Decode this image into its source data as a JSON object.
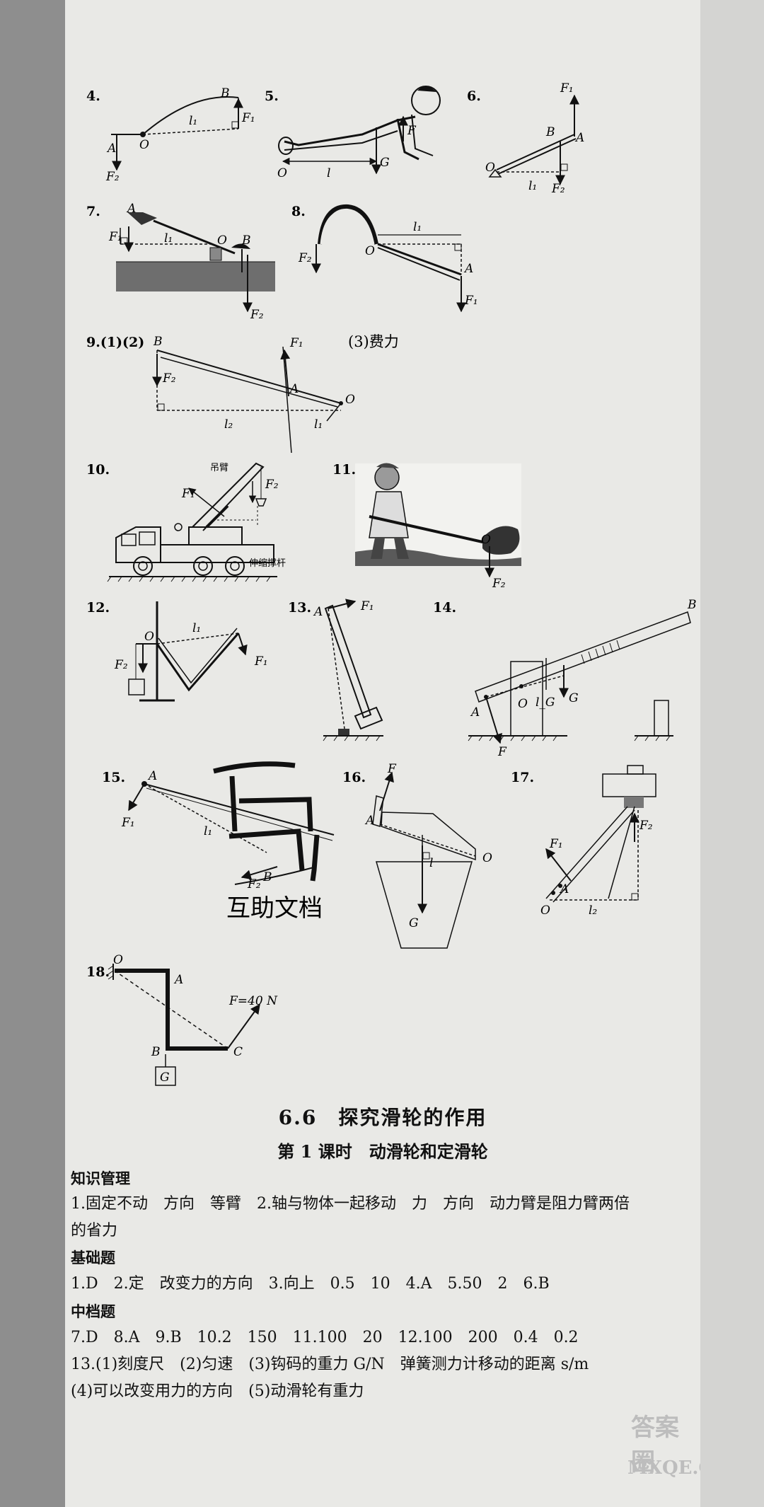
{
  "figures": {
    "f4": {
      "num": "4.",
      "labels": [
        "B",
        "F₁",
        "l₁",
        "A",
        "O",
        "F₂"
      ]
    },
    "f5": {
      "num": "5.",
      "labels": [
        "F",
        "O",
        "l",
        "G"
      ]
    },
    "f6": {
      "num": "6.",
      "labels": [
        "F₁",
        "B",
        "A",
        "O",
        "l₁",
        "F₂"
      ]
    },
    "f7": {
      "num": "7.",
      "labels": [
        "A",
        "F₁",
        "l₁",
        "O",
        "B",
        "F₂"
      ]
    },
    "f8": {
      "num": "8.",
      "labels": [
        "l₁",
        "F₂",
        "O",
        "A",
        "F₁"
      ]
    },
    "f9": {
      "num": "9.(1)(2)",
      "labels": [
        "B",
        "F₁",
        "F₂",
        "A",
        "O",
        "l₂",
        "l₁"
      ],
      "note": "(3)费力"
    },
    "f10": {
      "num": "10.",
      "labels": [
        "吊臂",
        "F₁",
        "F₂",
        "伸缩撑杆"
      ]
    },
    "f11": {
      "num": "11.",
      "labels": [
        "O",
        "F₂"
      ]
    },
    "f12": {
      "num": "12.",
      "labels": [
        "l₁",
        "O",
        "F₂",
        "F₁"
      ]
    },
    "f13": {
      "num": "13.",
      "labels": [
        "F₁",
        "A"
      ]
    },
    "f14": {
      "num": "14.",
      "labels": [
        "B",
        "O",
        "l_G",
        "G",
        "A",
        "F"
      ]
    },
    "f15": {
      "num": "15.",
      "labels": [
        "A",
        "F₁",
        "l₁",
        "F₂",
        "B"
      ],
      "stamp": "互助文档"
    },
    "f16": {
      "num": "16.",
      "labels": [
        "F",
        "A",
        "O",
        "l",
        "G"
      ]
    },
    "f17": {
      "num": "17.",
      "labels": [
        "F₂",
        "F₁",
        "A",
        "O",
        "l₂"
      ]
    },
    "f18": {
      "num": "18.",
      "labels": [
        "O",
        "A",
        "F=40 N",
        "B",
        "C",
        "G"
      ]
    }
  },
  "section": {
    "title": "6.6　探究滑轮的作用",
    "lesson": "第 1 课时　动滑轮和定滑轮"
  },
  "answers": {
    "h1": "知识管理",
    "l1": "1.固定不动　方向　等臂　2.轴与物体一起移动　力　方向　动力臂是阻力臂两倍",
    "l2": "的省力",
    "h2": "基础题",
    "l3": "1.D　2.定　改变力的方向　3.向上　0.5　10　4.A　5.50　2　6.B",
    "h3": "中档题",
    "l4": "7.D　8.A　9.B　10.2　150　11.100　20　12.100　200　0.4　0.2",
    "l5": "13.(1)刻度尺　(2)匀速　(3)钩码的重力 G/N　弹簧测力计移动的距离 s/m",
    "l6": "(4)可以改变用力的方向　(5)动滑轮有重力"
  },
  "watermark": {
    "line1": "答案圈",
    "line2": "MXQE.COM"
  }
}
